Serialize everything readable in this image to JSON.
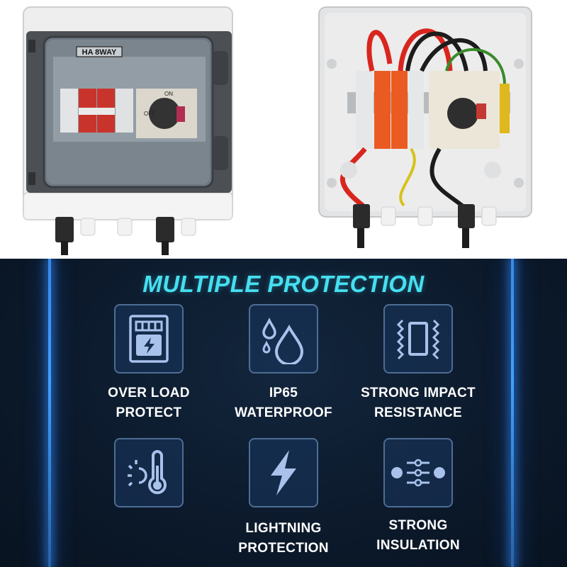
{
  "product_photos": {
    "front_label": "HA 8WAY",
    "off_label": "OFF",
    "on_label": "ON"
  },
  "banner": {
    "title": "MULTIPLE PROTECTION",
    "accent_color": "#45dff0",
    "glow_color": "#3fa0ff",
    "features": [
      {
        "icon": "overload-meter-icon",
        "line1": "OVER LOAD",
        "line2": "PROTECT"
      },
      {
        "icon": "water-drops-icon",
        "line1": "IP65",
        "line2": "WATERPROOF"
      },
      {
        "icon": "impact-resistance-icon",
        "line1": "STRONG IMPACT",
        "line2": "RESISTANCE"
      },
      {
        "icon": "temperature-icon",
        "line1": "",
        "line2": ""
      },
      {
        "icon": "lightning-icon",
        "line1": "LIGHTNING",
        "line2": "PROTECTION"
      },
      {
        "icon": "insulation-icon",
        "line1": "STRONG",
        "line2": "INSULATION"
      }
    ]
  }
}
